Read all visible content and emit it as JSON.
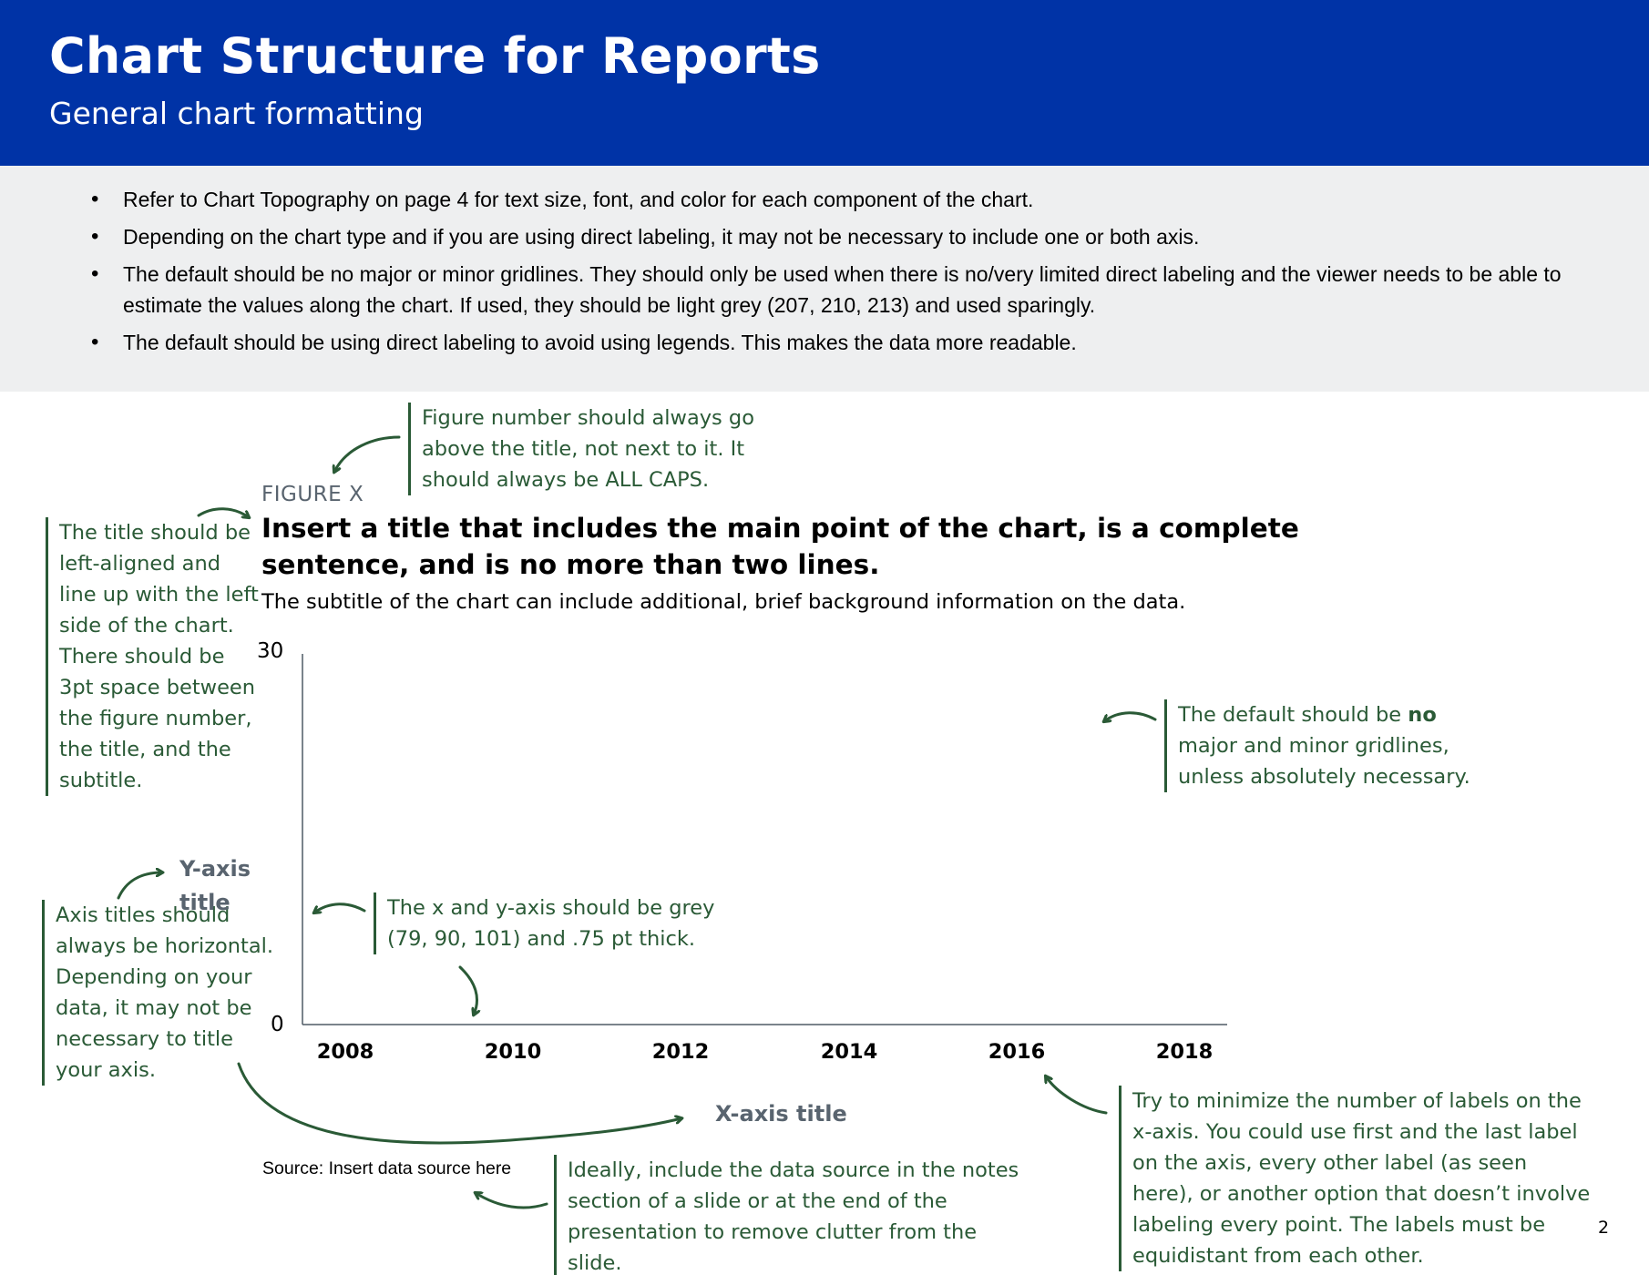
{
  "header": {
    "title": "Chart Structure for Reports",
    "subtitle": "General chart formatting"
  },
  "bullets": [
    "Refer to Chart Topography on page 4 for text size, font, and color for each component of the chart.",
    "Depending on the chart type and if you are using direct labeling, it may not be necessary to include one or both axis.",
    "The default should be no major or minor gridlines. They should only be used when there is no/very limited direct labeling and the viewer needs to be able to estimate the values along the chart. If used, they should be light grey (207, 210, 213) and used sparingly.",
    "The default should be using direct labeling to avoid using legends. This makes the data more readable."
  ],
  "figure": {
    "label": "FIGURE X",
    "title": "Insert a title that includes the main point of the chart, is a complete sentence, and is no more than two lines.",
    "subtitle": "The subtitle of the chart can include additional, brief background information on the data.",
    "y_ticks": [
      "30",
      "0"
    ],
    "x_ticks": [
      "2008",
      "2010",
      "2012",
      "2014",
      "2016",
      "2018"
    ],
    "y_axis_title": "Y-axis title",
    "x_axis_title": "X-axis title",
    "source_prefix": "Source:",
    "source_text": " Insert data source here",
    "page_number": "2"
  },
  "notes": {
    "figure_number": "Figure number should always go above the title, not next to it. It should always be ALL CAPS.",
    "title_alignment": "The title should be left-aligned and line up with the left side of the chart. There should be 3pt space between the figure number, the title, and the subtitle.",
    "gridlines_before": "The default should be ",
    "gridlines_bold": "no",
    "gridlines_after": " major and minor gridlines, unless absolutely necessary.",
    "axis_titles": "Axis titles should always be horizontal. Depending on your data, it may not be necessary to title your axis.",
    "axis_style": "The x and y-axis should be grey (79, 90, 101) and .75 pt thick.",
    "x_labels": "Try to minimize the number of labels on the x-axis. You could use first and the last label on the axis, every other label (as seen here), or another option that doesn’t involve labeling every point. The labels must be equidistant from each other.",
    "data_source": "Ideally, include the data source in the notes section of a slide or at the end of the presentation to remove clutter from the slide."
  },
  "colors": {
    "header_blue": "#0033a6",
    "bullet_panel": "#eeeff0",
    "annotation_green": "#2a5a36",
    "axis_grey": "#4f5a65"
  }
}
